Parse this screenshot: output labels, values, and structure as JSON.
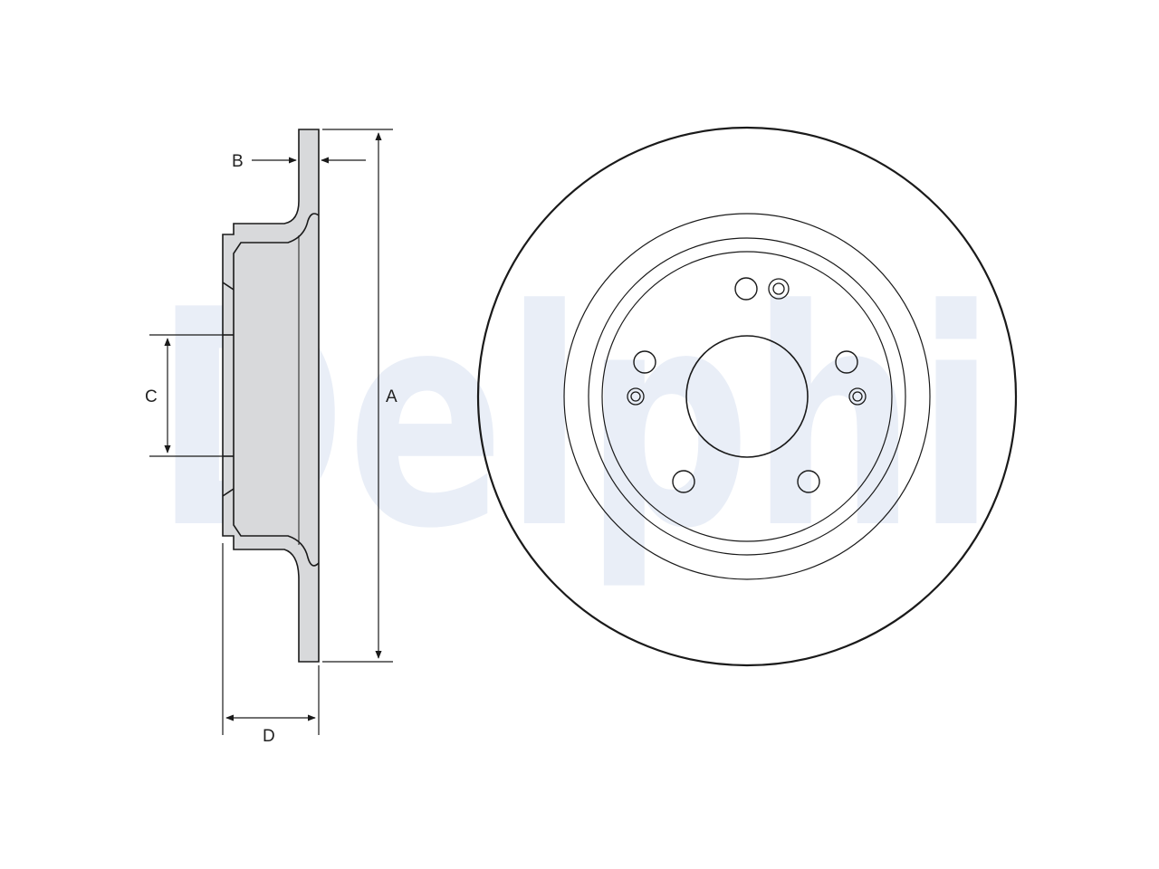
{
  "watermark": {
    "text": "Delphi",
    "color": "#e9eef7"
  },
  "labels": {
    "a": "A",
    "b": "B",
    "c": "C",
    "d": "D"
  },
  "colors": {
    "line": "#1a1a1a",
    "disc_fill": "#d8d9db",
    "hub_fill": "#e4e4e6"
  }
}
